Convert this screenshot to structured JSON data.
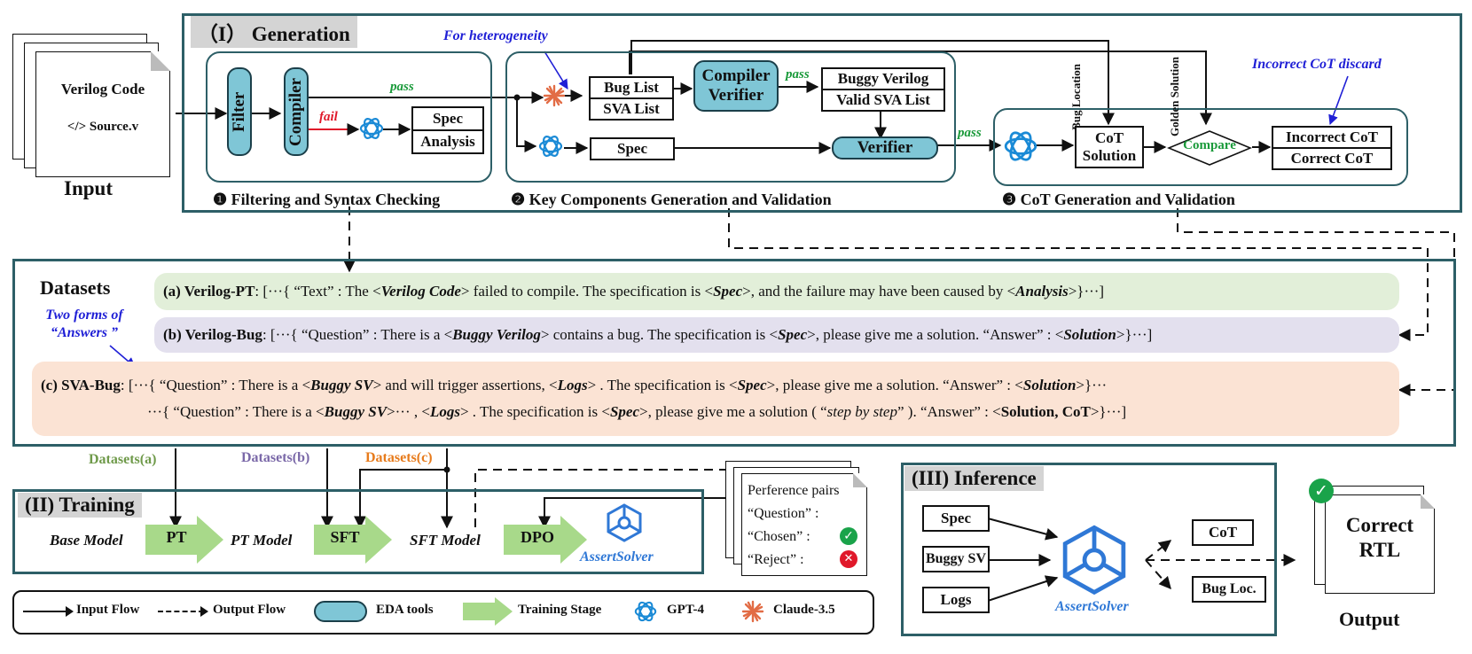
{
  "colors": {
    "panel_border": "#2d5f67",
    "eda_fill": "#7fc6d6",
    "training_stage": "#a8d98a",
    "pass_green": "#1a9a3a",
    "fail_red": "#e0182a",
    "annotation_blue": "#1f1fd6",
    "row_a": "#e2efd9",
    "row_b": "#e3e0ee",
    "row_c": "#fbe3d4"
  },
  "input": {
    "doc_title": "Verilog Code",
    "doc_file": "</> Source.v",
    "label": "Input"
  },
  "generation": {
    "title": "（I） Generation",
    "filter": "Filter",
    "compiler": "Compiler",
    "pass": "pass",
    "fail": "fail",
    "spec": "Spec",
    "analysis": "Analysis",
    "heterogeneity_note": "For heterogeneity",
    "bug_list": "Bug List",
    "sva_list": "SVA List",
    "compiler_verifier": "Compiler Verifier",
    "pass2": "pass",
    "buggy_verilog": "Buggy Verilog",
    "valid_sva_list": "Valid SVA List",
    "spec2": "Spec",
    "verifier": "Verifier",
    "pass3": "pass",
    "bug_location": "Bug Location",
    "golden_solution": "Golden Solution",
    "incorrect_note": "Incorrect CoT discard",
    "cot_solution": "CoT Solution",
    "compare": "Compare",
    "incorrect_cot": "Incorrect CoT",
    "correct_cot": "Correct CoT",
    "step1": "❶ Filtering and Syntax Checking",
    "step2": "❷ Key Components Generation and Validation",
    "step3": "❸ CoT Generation and Validation"
  },
  "datasets": {
    "title": "Datasets",
    "note": "Two forms of “Answers ”",
    "a_label": "(a) Verilog-PT",
    "a_text_1": ": [···{ “Text” : The <",
    "a_em_1": "Verilog Code",
    "a_text_2": "> failed to compile. The specification is    <",
    "a_em_2": "Spec",
    "a_text_3": ">, and the failure may have been caused by <",
    "a_em_3": "Analysis",
    "a_text_4": ">}···]",
    "b_label": "(b) Verilog-Bug",
    "b_text_1": ": [···{ “Question” : There is a <",
    "b_em_1": "Buggy Verilog",
    "b_text_2": "> contains a bug. The specification is <",
    "b_em_2": "Spec",
    "b_text_3": ">, please give me a solution. “Answer” : <",
    "b_em_3": "Solution",
    "b_text_4": ">}···]",
    "c_label": "(c) SVA-Bug",
    "c1_text_1": ": [···{ “Question” : There is a <",
    "c1_em_1": "Buggy SV",
    "c1_text_2": "> and will trigger assertions, <",
    "c1_em_2": "Logs",
    "c1_text_3": "> . The specification is <",
    "c1_em_3": "Spec",
    "c1_text_4": ">, please give me a solution.  “Answer” : <",
    "c1_em_4": "Solution",
    "c1_text_5": ">}···",
    "c2_text_1": "···{ “Question” : There is a <",
    "c2_em_1": "Buggy SV",
    "c2_text_2": ">··· , <",
    "c2_em_2": "Logs",
    "c2_text_3": "> . The specification is <",
    "c2_em_3": "Spec",
    "c2_text_4": ">, please give me a solution ( “",
    "c2_em_4": "step by step",
    "c2_text_5": "” ).  “Answer” : <",
    "c2_em_5": "Solution, CoT",
    "c2_text_6": ">}···]"
  },
  "training": {
    "title": "(II) Training",
    "ds_a": "Datasets(a)",
    "ds_b": "Datasets(b)",
    "ds_c": "Datasets(c)",
    "ds_a_color": "#6f9a4a",
    "ds_b_color": "#7a68a8",
    "ds_c_color": "#e77b1c",
    "base_model": "Base Model",
    "pt": "PT",
    "pt_model": "PT Model",
    "sft": "SFT",
    "sft_model": "SFT Model",
    "dpo": "DPO",
    "assertsolver": "AssertSolver",
    "pairs_title": "Perference pairs",
    "pairs_q": "“Question” :",
    "pairs_c": "“Chosen” :",
    "pairs_r": "“Reject” :"
  },
  "inference": {
    "title": "(III) Inference",
    "spec": "Spec",
    "buggy_sv": "Buggy SV",
    "logs": "Logs",
    "assertsolver": "AssertSolver",
    "cot": "CoT",
    "bug_loc": "Bug Loc.",
    "correct_rtl": "Correct RTL",
    "output": "Output"
  },
  "legend": {
    "input_flow": "Input Flow",
    "output_flow": "Output Flow",
    "eda_tools": "EDA tools",
    "training_stage": "Training Stage",
    "gpt4": "GPT-4",
    "claude": "Claude-3.5"
  }
}
